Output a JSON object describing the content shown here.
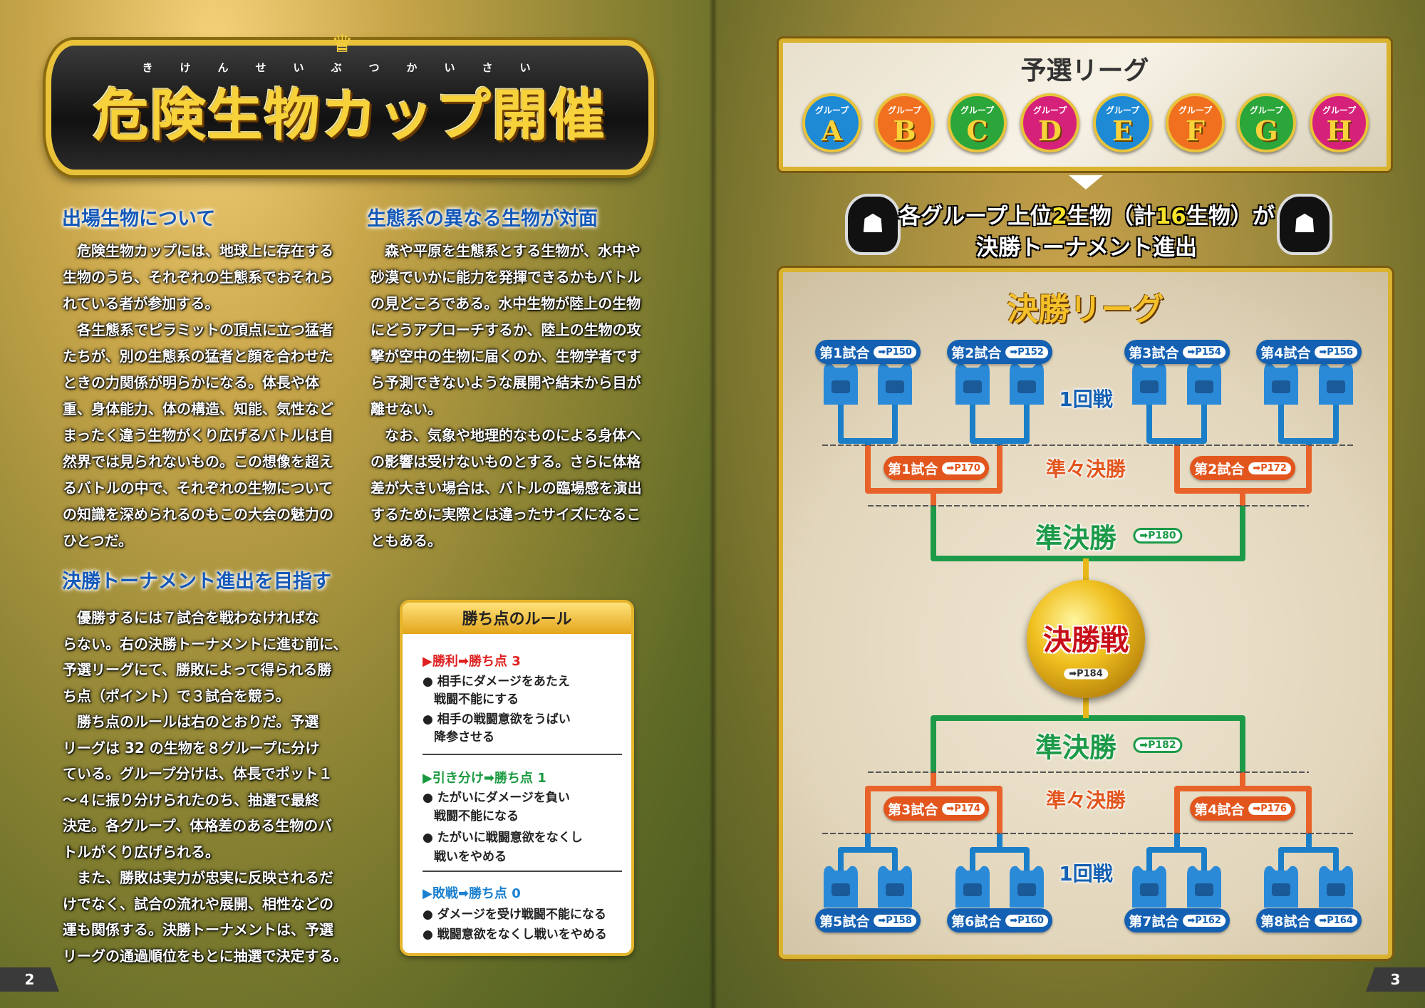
{
  "left_page": {
    "title": "危険生物カップ開催",
    "title_ruby": "きけんせいぶつかいさい",
    "sections": [
      {
        "heading": "出場生物について",
        "paragraphs": [
          [
            "危険生物カップには、地球上に存在する",
            "生物のうち、それぞれの生態系でおそれら",
            "れている者が参加する。"
          ],
          [
            "各生態系でピラミットの頂点に立つ猛者",
            "たちが、別の生態系の猛者と顔を合わせた",
            "ときの力関係が明らかになる。体長や体",
            "重、身体能力、体の構造、知能、気性など",
            "まったく違う生物がくり広げるバトルは自",
            "然界では見られないもの。この想像を超え",
            "るバトルの中で、それぞれの生物について",
            "の知識を深められるのもこの大会の魅力の",
            "ひとつだ。"
          ]
        ]
      },
      {
        "heading": "生態系の異なる生物が対面",
        "paragraphs": [
          [
            "森や平原を生態系とする生物が、水中や",
            "砂漠でいかに能力を発揮できるかもバトル",
            "の見どころである。水中生物が陸上の生物",
            "にどうアプローチするか、陸上の生物の攻",
            "撃が空中の生物に届くのか、生物学者です",
            "ら予測できないような展開や結末から目が",
            "離せない。"
          ],
          [
            "なお、気象や地理的なものによる身体へ",
            "の影響は受けないものとする。さらに体格",
            "差が大きい場合は、バトルの臨場感を演出",
            "するために実際とは違ったサイズになるこ",
            "ともある。"
          ]
        ]
      },
      {
        "heading": "決勝トーナメント進出を目指す",
        "paragraphs": [
          [
            "優勝するには７試合を戦わなければな",
            "らない。右の決勝トーナメントに進む前に、",
            "予選リーグにて、勝敗によって得られる勝",
            "ち点（ポイント）で３試合を競う。"
          ],
          [
            "勝ち点のルールは右のとおりだ。予選",
            "リーグは 32 の生物を８グループに分け",
            "ている。グループ分けは、体長でポット１",
            "〜４に振り分けられたのち、抽選で最終",
            "決定。各グループ、体格差のある生物のバ",
            "トルがくり広げられる。"
          ],
          [
            "また、勝敗は実力が忠実に反映されるだ",
            "けでなく、試合の流れや展開、相性などの",
            "運も関係する。決勝トーナメントは、予選",
            "リーグの通過順位をもとに抽選で決定する。"
          ]
        ]
      }
    ],
    "rules_box": {
      "title": "勝ち点のルール",
      "items": [
        {
          "result": "勝利",
          "points_label": "勝ち点",
          "points": "3",
          "color": "#e02020",
          "bullets": [
            [
              "相手にダメージをあたえ",
              "戦闘不能にする"
            ],
            [
              "相手の戦闘意欲をうばい",
              "降参させる"
            ]
          ]
        },
        {
          "result": "引き分け",
          "points_label": "勝ち点",
          "points": "1",
          "color": "#1a9a40",
          "bullets": [
            [
              "たがいにダメージを負い",
              "戦闘不能になる"
            ],
            [
              "たがいに戦闘意欲をなくし",
              "戦いをやめる"
            ]
          ]
        },
        {
          "result": "敗戦",
          "points_label": "勝ち点",
          "points": "0",
          "color": "#1a80d0",
          "bullets": [
            [
              "ダメージを受け戦闘不能になる"
            ],
            [
              "戦闘意欲をなくし戦いをやめる"
            ]
          ]
        }
      ]
    },
    "page_number": "2"
  },
  "right_page": {
    "prelim": {
      "title": "予選リーグ",
      "groups": [
        {
          "label": "グループ",
          "letter": "A",
          "color": "#1e8ad6"
        },
        {
          "label": "グループ",
          "letter": "B",
          "color": "#f07020"
        },
        {
          "label": "グループ",
          "letter": "C",
          "color": "#2aa63a"
        },
        {
          "label": "グループ",
          "letter": "D",
          "color": "#d6217a"
        },
        {
          "label": "グループ",
          "letter": "E",
          "color": "#1e8ad6"
        },
        {
          "label": "グループ",
          "letter": "F",
          "color": "#f07020"
        },
        {
          "label": "グループ",
          "letter": "G",
          "color": "#2aa63a"
        },
        {
          "label": "グループ",
          "letter": "H",
          "color": "#d6217a"
        }
      ]
    },
    "advance": {
      "pre": "各グループ上位",
      "top_n": "2",
      "mid": "生物（計",
      "total": "16",
      "post": "生物）が",
      "line2": "決勝トーナメント進出"
    },
    "finals": {
      "title": "決勝リーグ",
      "round1_label": "1回戦",
      "qf_label": "準々決勝",
      "sf_label": "準決勝",
      "final_label": "決勝戦",
      "final_page": "➡P184",
      "sf_pages": [
        "➡P180",
        "➡P182"
      ],
      "round1_top": [
        {
          "label": "第1試合",
          "page": "➡P150"
        },
        {
          "label": "第2試合",
          "page": "➡P152"
        },
        {
          "label": "第3試合",
          "page": "➡P154"
        },
        {
          "label": "第4試合",
          "page": "➡P156"
        }
      ],
      "qf": [
        {
          "label": "第1試合",
          "page": "➡P170"
        },
        {
          "label": "第2試合",
          "page": "➡P172"
        },
        {
          "label": "第3試合",
          "page": "➡P174"
        },
        {
          "label": "第4試合",
          "page": "➡P176"
        }
      ],
      "round1_bottom": [
        {
          "label": "第5試合",
          "page": "➡P158"
        },
        {
          "label": "第6試合",
          "page": "➡P160"
        },
        {
          "label": "第7試合",
          "page": "➡P162"
        },
        {
          "label": "第8試合",
          "page": "➡P164"
        }
      ],
      "colors": {
        "round1": "#1a7fc8",
        "qf": "#e8632a",
        "sf": "#1d9a48",
        "final": "#e8b81a"
      }
    },
    "page_number": "3"
  }
}
